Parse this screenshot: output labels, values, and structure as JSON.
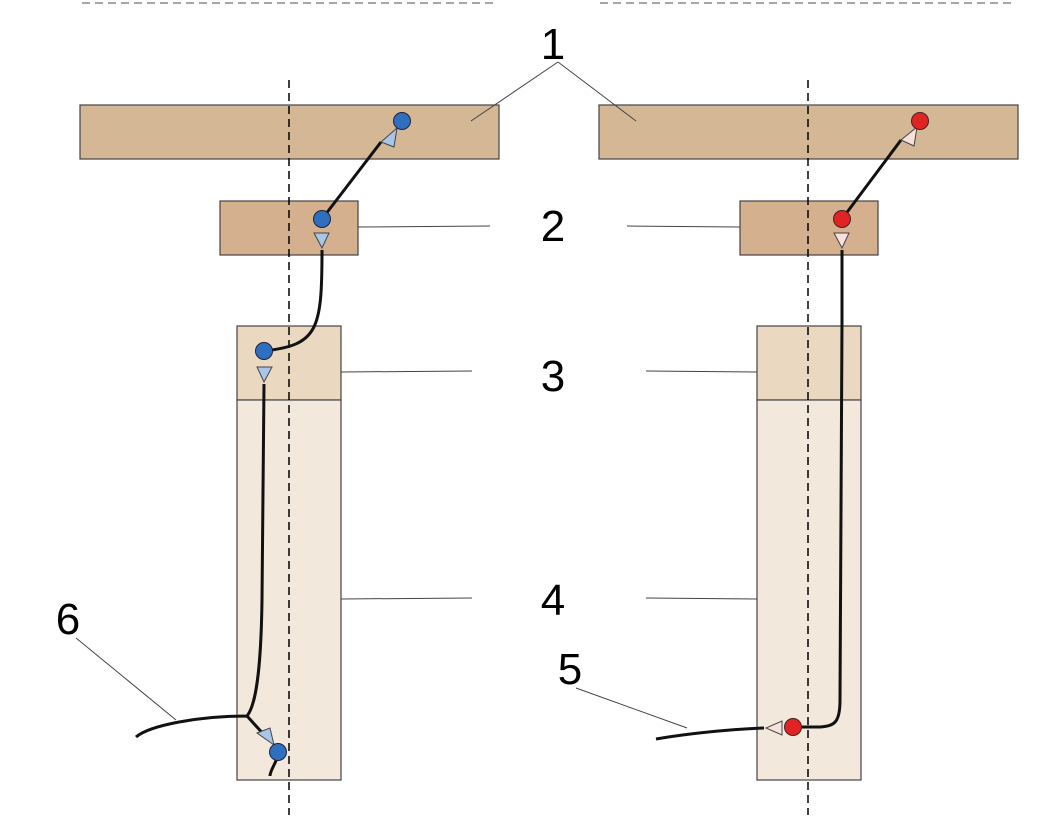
{
  "labels": {
    "one": "1",
    "two": "2",
    "three": "3",
    "four": "4",
    "five": "5",
    "six": "6"
  },
  "colors": {
    "layer_1": "#d4b896",
    "layer_2": "#d4b08e",
    "layer_3": "#ebd8c0",
    "layer_4": "#f3e8dc",
    "outline": "#444444",
    "path": "#111111",
    "blue_dot": "#2f6fc0",
    "blue_arrow": "#a9c6e8",
    "red_dot": "#e02424",
    "red_arrow": "#f7e1dc"
  }
}
